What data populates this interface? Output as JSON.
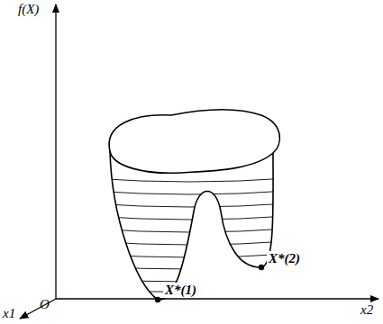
{
  "diagram": {
    "labels": [
      "f(X)",
      "O",
      "x2",
      "x1",
      "X*(1)",
      "X*(2)"
    ]
  }
}
